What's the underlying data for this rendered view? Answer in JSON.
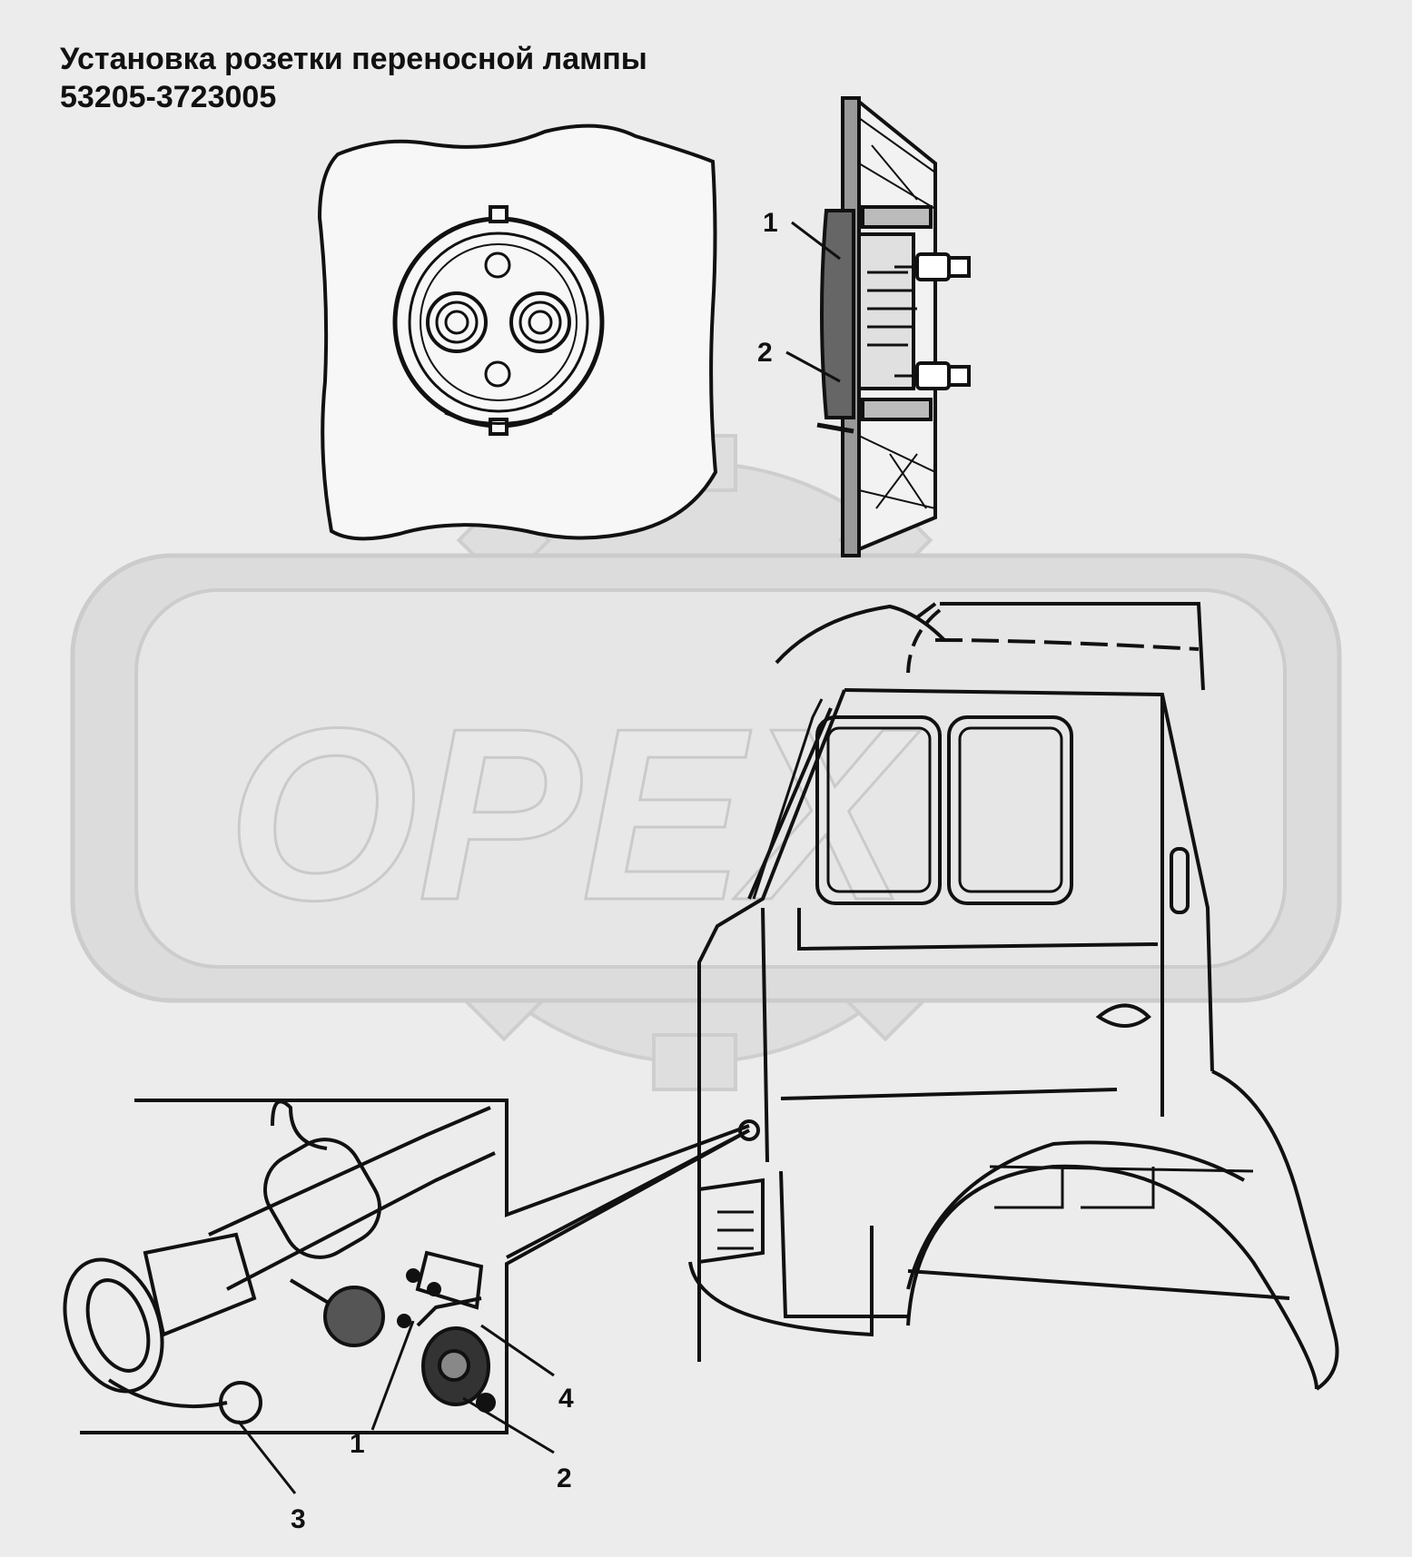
{
  "title": {
    "line1": "Установка розетки переносной лампы",
    "line2": "53205-3723005"
  },
  "watermark": {
    "text": "ОРЕХ",
    "color": "#c8c8c8"
  },
  "callouts": {
    "section_view": [
      "1",
      "2"
    ],
    "exploded_view": [
      "1",
      "2",
      "3",
      "4"
    ]
  },
  "colors": {
    "background": "#ececec",
    "ink": "#111111",
    "paper": "#f7f7f7"
  }
}
